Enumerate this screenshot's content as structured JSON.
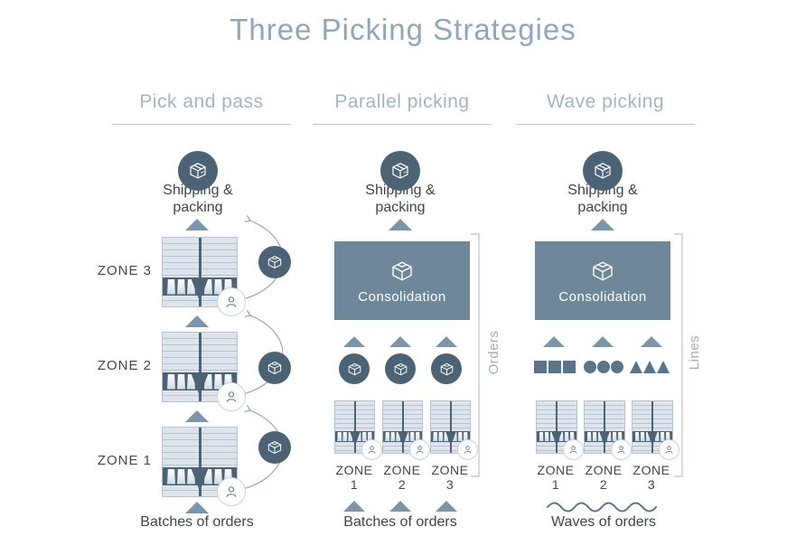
{
  "title": "Three Picking Strategies",
  "colors": {
    "title_text": "#8ea7bd",
    "header_text": "#a2b5c6",
    "dark_slate": "#4c6375",
    "consolidation_fill": "#6e8899",
    "arrow_triangle": "#7b96ab",
    "shape_fill": "#5a7489",
    "dark_text": "#3e454c",
    "bracket_line": "#c3ccd4",
    "shelf_fill": "#dde4eb"
  },
  "icons": {
    "package": "closed-box-icon",
    "order": "open-box-icon",
    "picker": "person-icon",
    "flow": "up-arrow-triangle",
    "wave": "wave-line"
  },
  "columns": [
    {
      "header": "Pick and pass",
      "shipping_line1": "Shipping &",
      "shipping_line2": "packing",
      "zones": [
        "ZONE 3",
        "ZONE 2",
        "ZONE 1"
      ],
      "bottom_label": "Batches of orders"
    },
    {
      "header": "Parallel picking",
      "shipping_line1": "Shipping &",
      "shipping_line2": "packing",
      "consolidation_label": "Consolidation",
      "bracket_label": "Orders",
      "zones": [
        "ZONE 1",
        "ZONE 2",
        "ZONE 3"
      ],
      "bottom_label": "Batches of orders"
    },
    {
      "header": "Wave picking",
      "shipping_line1": "Shipping &",
      "shipping_line2": "packing",
      "consolidation_label": "Consolidation",
      "bracket_label": "Lines",
      "zones": [
        "ZONE 1",
        "ZONE 2",
        "ZONE 3"
      ],
      "bottom_label": "Waves of orders"
    }
  ]
}
